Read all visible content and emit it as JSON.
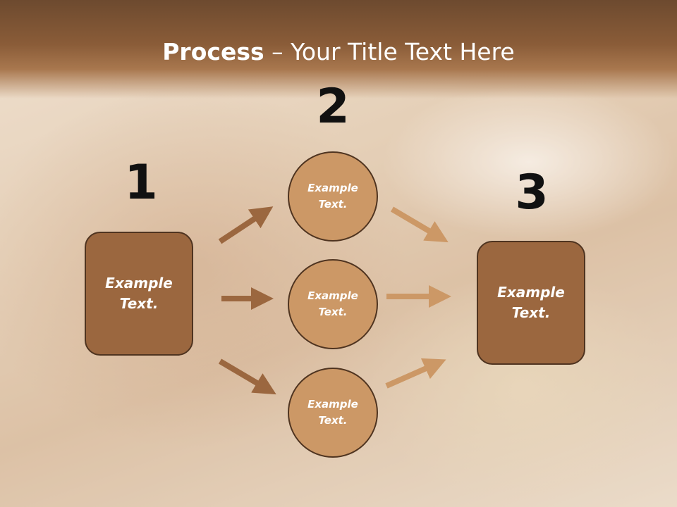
{
  "slide": {
    "title_bold": "Process",
    "title_rest": " – Your Title Text Here"
  },
  "steps": {
    "one": "1",
    "two": "2",
    "three": "3"
  },
  "nodes": {
    "left_box": "Example\nText.",
    "circle_top": "Example\nText.",
    "circle_middle": "Example\nText.",
    "circle_bottom": "Example\nText.",
    "right_box": "Example\nText."
  },
  "colors": {
    "header": "#8a5c38",
    "box_fill": "#9b673f",
    "circle_fill": "#cc9866",
    "outline": "#4f3420",
    "arrow_dark": "#9b673f",
    "arrow_light": "#cc9866"
  }
}
